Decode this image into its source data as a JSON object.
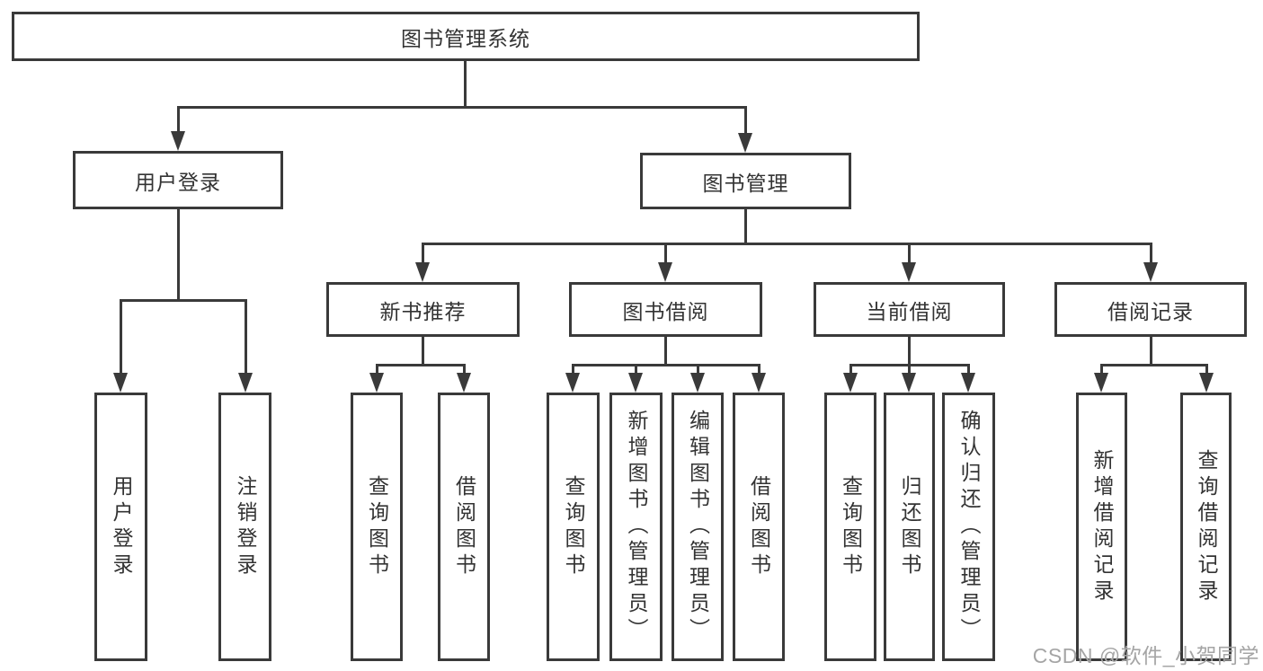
{
  "tree": {
    "root": {
      "label": "图书管理系统"
    },
    "children": [
      {
        "label": "用户登录",
        "children": [
          {
            "label": "用户登录"
          },
          {
            "label": "注销登录"
          }
        ]
      },
      {
        "label": "图书管理",
        "children": [
          {
            "label": "新书推荐",
            "children": [
              {
                "label": "查询图书"
              },
              {
                "label": "借阅图书"
              }
            ]
          },
          {
            "label": "图书借阅",
            "children": [
              {
                "label": "查询图书"
              },
              {
                "label": "新增图书（管理员）"
              },
              {
                "label": "编辑图书（管理员）"
              },
              {
                "label": "借阅图书"
              }
            ]
          },
          {
            "label": "当前借阅",
            "children": [
              {
                "label": "查询图书"
              },
              {
                "label": "归还图书"
              },
              {
                "label": "确认归还（管理员）"
              }
            ]
          },
          {
            "label": "借阅记录",
            "children": [
              {
                "label": "新增借阅记录"
              },
              {
                "label": "查询借阅记录"
              }
            ]
          }
        ]
      }
    ]
  },
  "watermark": {
    "text": "CSDN @软件_小贺同学"
  },
  "colors": {
    "line": "#3a3a3a",
    "text": "#333333",
    "watermark": "#a5a5a5",
    "background": "#ffffff"
  }
}
